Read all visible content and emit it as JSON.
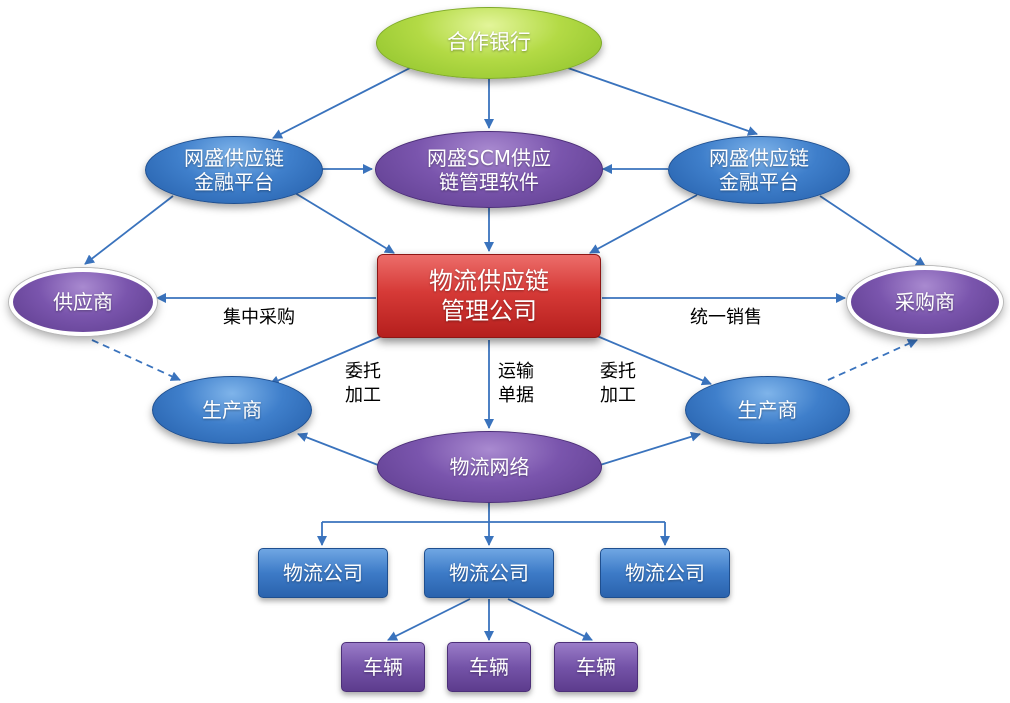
{
  "nodes": {
    "bank": "合作银行",
    "finance_left": [
      "网盛供应链",
      "金融平台"
    ],
    "scm_software": [
      "网盛SCM供应",
      "链管理软件"
    ],
    "finance_right": [
      "网盛供应链",
      "金融平台"
    ],
    "supplier": "供应商",
    "company": [
      "物流供应链",
      "管理公司"
    ],
    "buyer": "采购商",
    "producer_left": "生产商",
    "producer_right": "生产商",
    "logistics_network": "物流网络",
    "logistics_companies": [
      "物流公司",
      "物流公司",
      "物流公司"
    ],
    "vehicles": [
      "车辆",
      "车辆",
      "车辆"
    ]
  },
  "edge_labels": {
    "central_purchase": "集中采购",
    "unified_sales": "统一销售",
    "entrust_left": [
      "委托",
      "加工"
    ],
    "transport_docs": [
      "运输",
      "单据"
    ],
    "entrust_right": [
      "委托",
      "加工"
    ]
  },
  "colors": {
    "arrow": "#3a73bd",
    "green_node": "#a6d23a",
    "blue_node": "#2f6cb9",
    "purple_node": "#6f4ba3",
    "red_node": "#c8302e"
  }
}
